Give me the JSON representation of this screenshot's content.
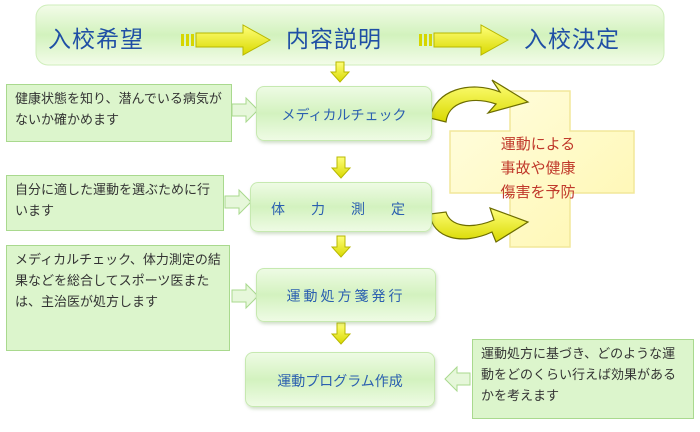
{
  "header": {
    "steps": [
      "入校希望",
      "内容説明",
      "入校決定"
    ]
  },
  "flow": {
    "steps": [
      "メディカルチェック",
      "体　力　測　定",
      "運動処方箋発行",
      "運動プログラム作成"
    ]
  },
  "notes": {
    "medical_check": "健康状態を知り、潜んでいる病気がないか確かめます",
    "fitness_test": "自分に適した運動を選ぶために行います",
    "prescription": "メディカルチェック、体力測定の結果などを総合してスポーツ医または、主治医が処方します",
    "program": "運動処方に基づき、どのような運動をどのくらい行えば効果があるかを考えます"
  },
  "outcome": {
    "lines": [
      "運動による",
      "事故や健康",
      "傷害を予防"
    ]
  },
  "colors": {
    "heading_blue": "#1f4fa5",
    "step_blue": "#2b5fb0",
    "outcome_red": "#c0392b",
    "arrow_yellow": "#e8e800",
    "box_green": "#d3f2bf",
    "cross_yellow": "#fffbc8"
  }
}
